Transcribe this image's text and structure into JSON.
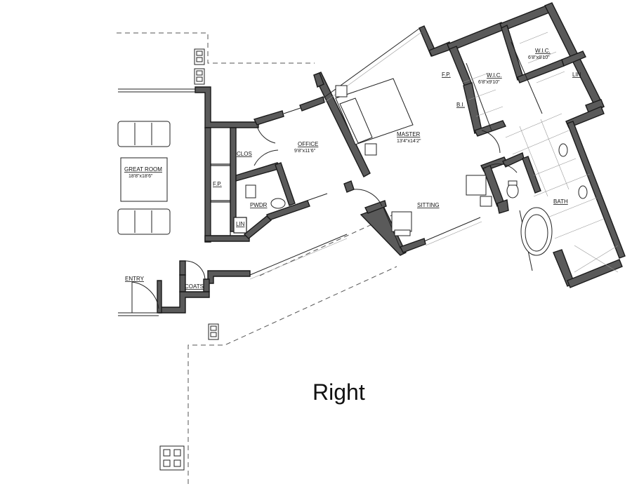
{
  "caption": "Right",
  "rooms": {
    "great_room": {
      "name": "GREAT ROOM",
      "size": "18'8\"x18'6\""
    },
    "office": {
      "name": "OFFICE",
      "size": "9'8\"x11'6\""
    },
    "master": {
      "name": "MASTER",
      "size": "13'4\"x14'2\""
    },
    "wic1": {
      "name": "W.I.C.",
      "size": "6'8\"x9'10\""
    },
    "wic2": {
      "name": "W.I.C.",
      "size": "6'8\"x8'10\""
    },
    "clos": {
      "name": "CLOS"
    },
    "pwdr": {
      "name": "PWDR"
    },
    "lin_left": {
      "name": "LIN"
    },
    "fp_left": {
      "name": "F.P."
    },
    "fp_master": {
      "name": "F.P."
    },
    "bi": {
      "name": "B.I."
    },
    "lin_right": {
      "name": "LIN"
    },
    "sitting": {
      "name": "SITTING"
    },
    "bath": {
      "name": "BATH"
    },
    "entry": {
      "name": "ENTRY"
    },
    "coats": {
      "name": "COATS"
    }
  }
}
